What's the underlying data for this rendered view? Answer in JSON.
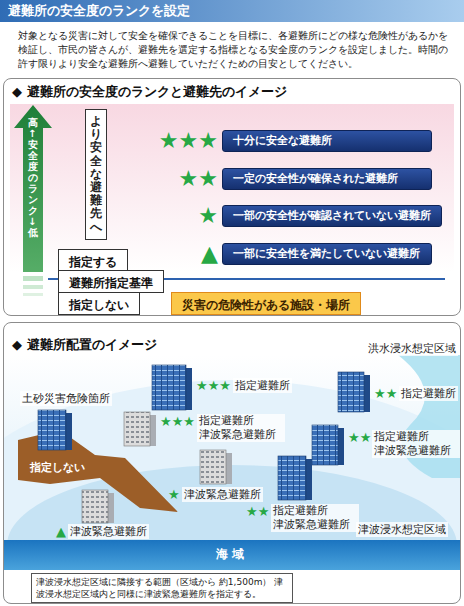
{
  "diagram": {
    "title": "避難所の安全度のランクを設定",
    "nodes": [
      {
        "text": [
          "◆ 避難所の安全度のランクと避難先のイメージ"
        ]
      },
      {
        "text": [
          "より安全な避難先へ"
        ],
        "in": 0
      },
      {
        "text": [
          "★★★",
          "十分に安全な避難所"
        ],
        "in": 0
      },
      {
        "text": [
          "★★",
          "一定の安全性が確保された避難所"
        ],
        "in": 0
      },
      {
        "text": [
          "★",
          "一部の安全性が確認されていない避難所"
        ],
        "in": 0
      },
      {
        "text": [
          "▲",
          "一部に安全性を満たしていない避難所"
        ],
        "in": 0
      },
      {
        "text": [
          "指定する"
        ],
        "in": 0
      },
      {
        "text": [
          "避難所指定基準"
        ],
        "in": 0
      },
      {
        "text": [
          "指定しない"
        ],
        "in": 0
      },
      {
        "text": [
          "災害の危険性がある施設・場所"
        ],
        "in": 0
      },
      {
        "text": [
          "◆ 避難所配置のイメージ"
        ]
      },
      {
        "text": [
          "津波浸水想定区域に隣接する範囲（区域から 約1,500m） 津波浸水想定区域内と同様に津波緊急避難所を指定する。"
        ],
        "in": 10
      }
    ],
    "labels": [
      "対象となる災害に対して安全を確保できることを目標に、各避難所にどの様な危険性があるかを検証し、市民の皆さんが、避難先を選定する指標となる安全度のランクを設定しました。時間の許す限りより安全な避難所へ避難していただくための目安としてください。",
      "高↑安全度のランク↓低",
      "洪水浸水想定区域",
      "土砂災害危険箇所",
      "指定しない",
      "★★★",
      "指定避難所",
      "★★",
      "指定避難所",
      "★★★",
      "指定避難所 津波緊急避難所",
      "★★",
      "指定避難所 津波緊急避難所",
      "★",
      "津波緊急避難所",
      "★★",
      "指定避難所 津波緊急避難所",
      "▲",
      "津波緊急避難所",
      "津波浸水想定区域",
      "海 域"
    ]
  }
}
